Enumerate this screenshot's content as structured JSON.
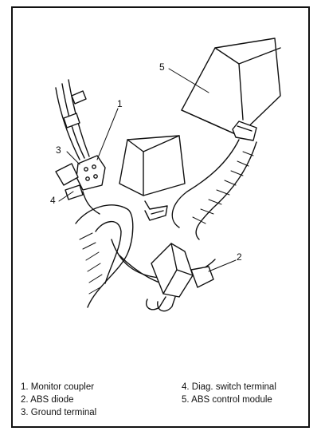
{
  "callouts": {
    "c1": "1",
    "c2": "2",
    "c3": "3",
    "c4": "4",
    "c5": "5"
  },
  "legend": {
    "items": [
      "1. Monitor coupler",
      "2. ABS diode",
      "3. Ground terminal",
      "4. Diag. switch terminal",
      "5. ABS control module"
    ]
  }
}
